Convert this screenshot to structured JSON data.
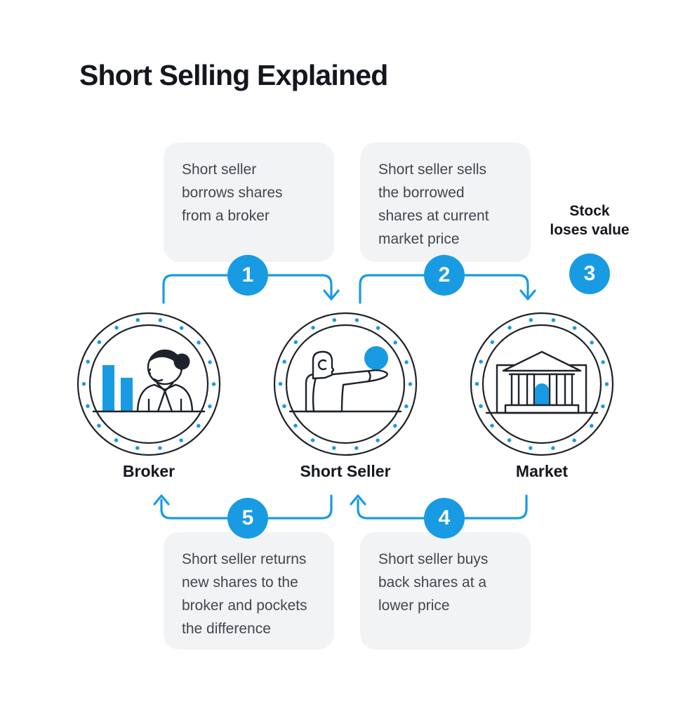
{
  "title": "Short Selling Explained",
  "theme": {
    "accent": "#189BE2",
    "panel": "#F2F3F5",
    "ink": "#14171D",
    "body_text": "#42464F",
    "icon_stroke": "#1D222B"
  },
  "steps": [
    {
      "num": "1",
      "lines": [
        "Short seller",
        "borrows shares",
        "from a broker"
      ]
    },
    {
      "num": "2",
      "lines": [
        "Short seller sells",
        "the borrowed",
        "shares at current",
        "market price"
      ]
    },
    {
      "num": "3",
      "lines": [
        "Stock",
        "loses value"
      ]
    },
    {
      "num": "4",
      "lines": [
        "Short seller buys",
        "back shares at a",
        "lower price"
      ]
    },
    {
      "num": "5",
      "lines": [
        "Short seller returns",
        "new shares to the",
        "broker and pockets",
        "the difference"
      ]
    }
  ],
  "nodes": [
    {
      "label": "Broker",
      "icon": "woman-with-bar-chart-icon"
    },
    {
      "label": "Short Seller",
      "icon": "person-offering-stock-icon"
    },
    {
      "label": "Market",
      "icon": "bank-building-icon"
    }
  ]
}
